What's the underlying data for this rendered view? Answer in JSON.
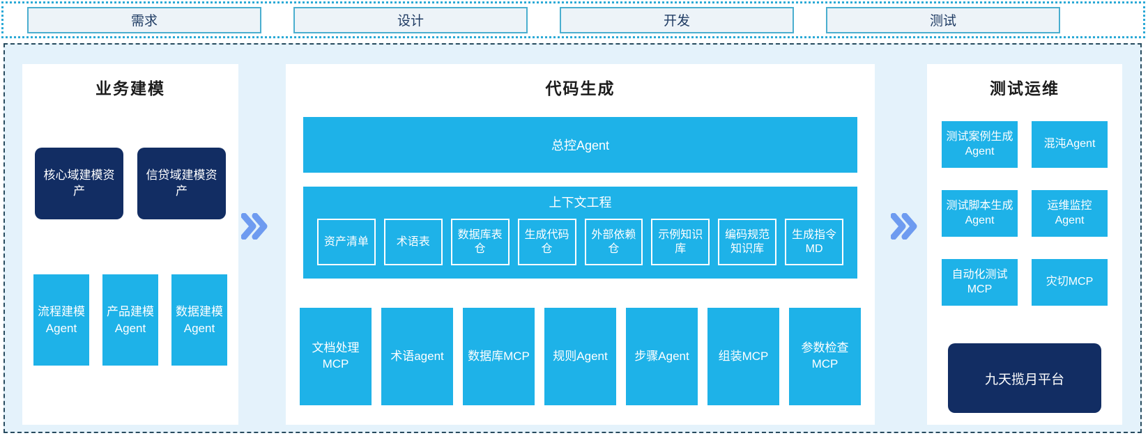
{
  "colors": {
    "cyan": "#1eb2e8",
    "navy": "#122d63",
    "chevron_blue": "#6e9bf0",
    "container_bg": "#e4f2fb",
    "phase_box_bg": "#edf3f8",
    "phase_box_border": "#4aaecf",
    "strip_border": "#2ba9d6",
    "container_border": "#274b5e",
    "dark_text": "#1f3b63"
  },
  "phases": [
    {
      "label": "需求"
    },
    {
      "label": "设计"
    },
    {
      "label": "开发"
    },
    {
      "label": "测试"
    }
  ],
  "panels": {
    "business": {
      "title": "业务建模",
      "assets": [
        "核心域建模资产",
        "信贷域建模资产"
      ],
      "agents": [
        "流程建模Agent",
        "产品建模Agent",
        "数据建模Agent"
      ]
    },
    "codegen": {
      "title": "代码生成",
      "master_agent": "总控Agent",
      "context": {
        "title": "上下文工程",
        "items": [
          "资产清单",
          "术语表",
          "数据库表仓",
          "生成代码仓",
          "外部依赖仓",
          "示例知识库",
          "编码规范知识库",
          "生成指令MD"
        ]
      },
      "tools": [
        "文档处理MCP",
        "术语agent",
        "数据库MCP",
        "规则Agent",
        "步骤Agent",
        "组装MCP",
        "参数检查MCP"
      ]
    },
    "testops": {
      "title": "测试运维",
      "boxes": [
        "测试案例生成Agent",
        "混沌Agent",
        "测试脚本生成Agent",
        "运维监控Agent",
        "自动化测试MCP",
        "灾切MCP"
      ],
      "platform": "九天揽月平台"
    }
  }
}
